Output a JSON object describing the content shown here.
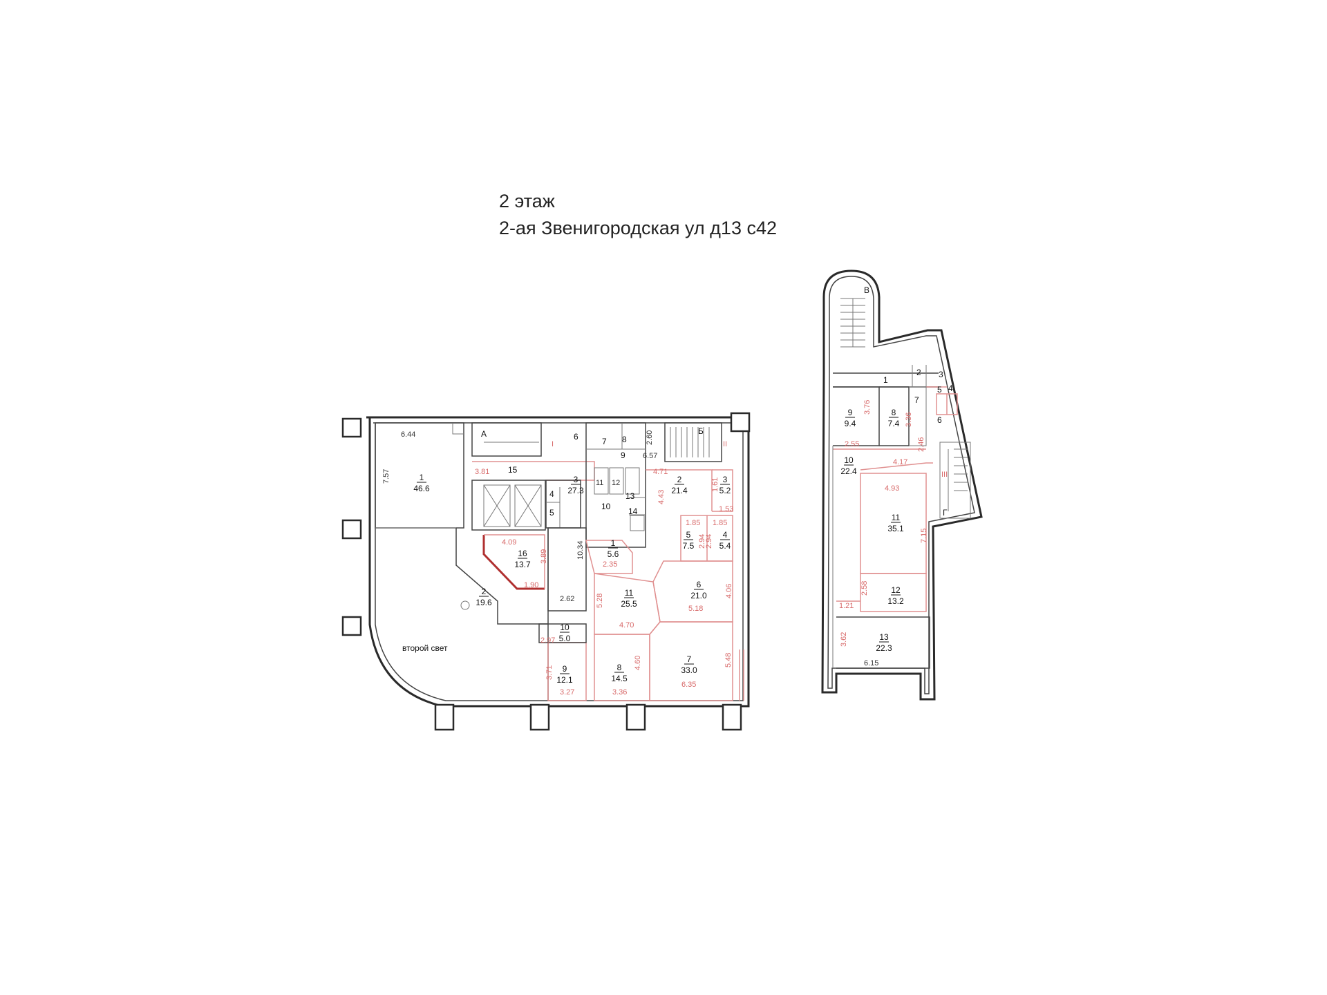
{
  "title": {
    "floor": "2 этаж",
    "address": "2-ая Звенигородская ул д13 с42"
  },
  "plan_left": {
    "stairs": [
      "А",
      "Б"
    ],
    "shaft_labels": [
      "I",
      "II"
    ],
    "note": "второй свет",
    "rooms": [
      {
        "num": "1",
        "area": "46.6"
      },
      {
        "num": "2",
        "area": "19.6"
      },
      {
        "num": "16",
        "area": "13.7"
      },
      {
        "num": "3",
        "area": "27.3"
      },
      {
        "num": "1",
        "area": "5.6"
      },
      {
        "num": "11",
        "area": "25.5"
      },
      {
        "num": "10",
        "area": "5.0"
      },
      {
        "num": "9",
        "area": "12.1"
      },
      {
        "num": "8",
        "area": "14.5"
      },
      {
        "num": "7",
        "area": "33.0"
      },
      {
        "num": "6",
        "area": "21.0"
      },
      {
        "num": "5",
        "area": "7.5"
      },
      {
        "num": "4",
        "area": "5.4"
      },
      {
        "num": "2",
        "area": "21.4"
      },
      {
        "num": "3",
        "area": "5.2"
      }
    ],
    "small_labels": [
      "15",
      "4",
      "5",
      "6",
      "7",
      "8",
      "9",
      "10",
      "13",
      "14",
      "11",
      "12"
    ],
    "dims": [
      "6.44",
      "7.57",
      "3.81",
      "4.09",
      "3.89",
      "1.90",
      "10.34",
      "2.62",
      "2.97",
      "3.71",
      "3.27",
      "4.60",
      "3.36",
      "5.28",
      "4.70",
      "2.35",
      "4.71",
      "4.43",
      "1.61",
      "1.53",
      "1.85",
      "1.85",
      "2.94",
      "2.94",
      "5.18",
      "4.06",
      "5.48",
      "6.35",
      "2.60",
      "6.57"
    ]
  },
  "plan_right": {
    "stairs": [
      "В",
      "Г"
    ],
    "shaft_labels": [
      "III"
    ],
    "rooms": [
      {
        "num": "9",
        "area": "9.4"
      },
      {
        "num": "8",
        "area": "7.4"
      },
      {
        "num": "10",
        "area": "22.4"
      },
      {
        "num": "11",
        "area": "35.1"
      },
      {
        "num": "12",
        "area": "13.2"
      },
      {
        "num": "13",
        "area": "22.3"
      }
    ],
    "small_labels": [
      "1",
      "2",
      "3",
      "4",
      "5",
      "6",
      "7"
    ],
    "dims": [
      "3.76",
      "3.36",
      "2.55",
      "2.46",
      "4.17",
      "4.93",
      "7.15",
      "2.58",
      "1.21",
      "3.62",
      "6.15"
    ]
  }
}
